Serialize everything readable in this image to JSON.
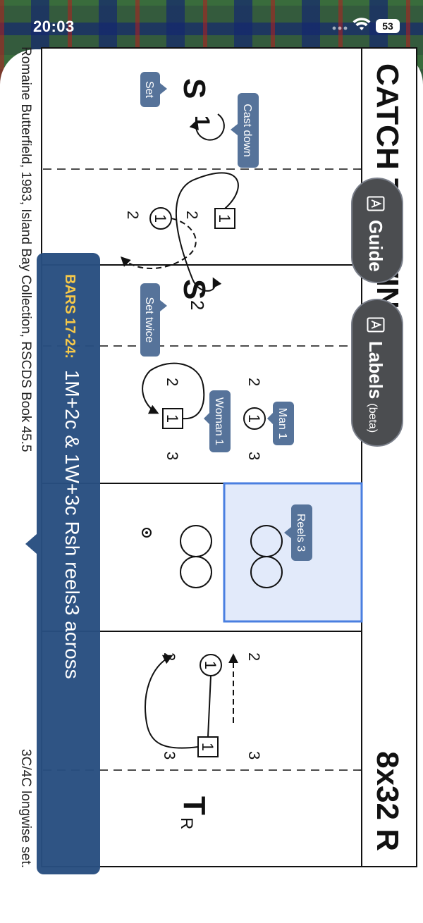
{
  "status": {
    "time": "20:03",
    "battery": "53"
  },
  "buttons": {
    "guide": "Guide",
    "labels": "Labels",
    "labels_suffix": "(beta)"
  },
  "dance": {
    "title": "CATCH THE WIND",
    "formation": "8x32 R",
    "credit": "Romaine Butterfield, 1983, Island Bay Collection, RSCDS Book 45.5",
    "set_type": "3C/4C longwise set."
  },
  "figures": {
    "s1": "S",
    "s1_sub": "1",
    "set_tag": "Set",
    "cast_tag": "Cast down",
    "s2": "S",
    "s2_sub": "2",
    "set_twice_tag": "Set twice",
    "man_tag": "Man 1",
    "woman_tag": "Woman 1",
    "reels_tag": "Reels 3",
    "t_label": "T",
    "t_sub": "R",
    "n1": "1",
    "n2": "2",
    "n3": "3"
  },
  "tooltip": {
    "bars": "BARS 17-24:",
    "text": "1M+2c & 1W+3c Rsh reels3 across"
  },
  "colors": {
    "accent": "#4a7fe0",
    "tag": "#56739a",
    "tooltip": "#284e80",
    "bars": "#f5c84a"
  }
}
